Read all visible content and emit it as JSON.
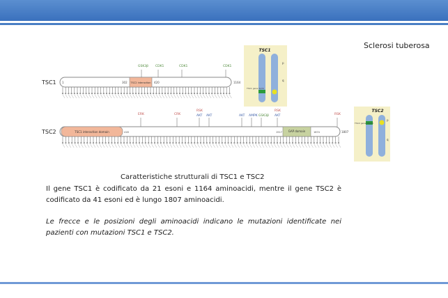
{
  "header": {
    "bar_color": "#3a71bd"
  },
  "slide": {
    "title": "Sclerosi tuberosa",
    "caption": "Caratteristiche strutturali di TSC1 e TSC2",
    "body": "Il gene TSC1 è codificato da 21 esoni e 1164 aminoacidi, mentre il gene TSC2 è codificato da 41 esoni ed è lungo 1807 aminoacidi.",
    "italic_note": "Le frecce e le posizioni degli aminoacidi indicano le mutazioni identificate nei pazienti con mutazioni TSC1 e TSC2."
  },
  "figure": {
    "tsc1": {
      "label": "TSC1",
      "start": "1",
      "end": "1164",
      "domain_label": "TSC2 interaction",
      "domain_start": "302",
      "domain_end": "420",
      "kinases": [
        "GSK3β",
        "CDK1",
        "CDK1",
        "CDK1"
      ],
      "chromosome": {
        "title": "TSC1",
        "arm_p": "p",
        "arm_q": "q",
        "gene_note": "TSC1 gene 9q34"
      }
    },
    "tsc2": {
      "label": "TSC2",
      "start": "1",
      "end": "1807",
      "domain1_label": "TSC1 interaction domain",
      "domain1_end": "418",
      "gap_label": "GAP domain",
      "gap_start": "1517",
      "gap_end": "1674",
      "kinases": [
        "ERK",
        "CRK",
        "RSK",
        "AKT",
        "AKT",
        "AKT",
        "AMPK",
        "GSK3β",
        "RSK",
        "AKT",
        "RSK"
      ],
      "chromosome": {
        "title": "TSC2",
        "arm_p": "p",
        "arm_q": "q",
        "gene_note": "TSC2 gene 16p13"
      }
    },
    "colors": {
      "tsc2_domain": "#f2b79a",
      "gap_domain": "#c7d2a0",
      "chromosome": "#8fb0dc",
      "panel": "#f5f0c8",
      "kinase_red": "#c0504d",
      "kinase_green": "#4f8a3c",
      "kinase_blue": "#3d5fa8"
    }
  }
}
